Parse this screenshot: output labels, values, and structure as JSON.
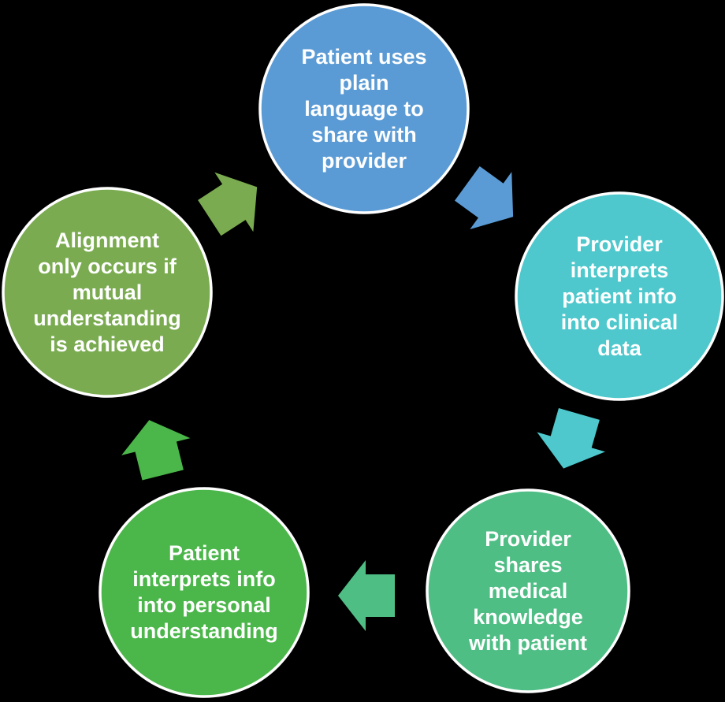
{
  "diagram": {
    "background_color": "#000000",
    "text_color": "#FFFFFF",
    "nodes": [
      {
        "name": "patient-plain-language",
        "label": "Patient uses\nplain\nlanguage to\nshare with\nprovider",
        "color": "#5B9BD5"
      },
      {
        "name": "provider-interprets-info",
        "label": "Provider\ninterprets\npatient info\ninto clinical\ndata",
        "color": "#4EC8CC"
      },
      {
        "name": "provider-shares-knowledge",
        "label": "Provider\nshares\nmedical\nknowledge\nwith patient",
        "color": "#4FBE85"
      },
      {
        "name": "patient-interprets-info",
        "label": "Patient\ninterprets info\ninto personal\nunderstanding",
        "color": "#4BB64A"
      },
      {
        "name": "alignment-mutual-understanding",
        "label": "Alignment\nonly occurs if\nmutual\nunderstanding\nis achieved",
        "color": "#7AAB50"
      }
    ],
    "arrows": [
      {
        "name": "patient-language-to-provider-interprets",
        "color": "#5B9BD5"
      },
      {
        "name": "provider-interprets-to-provider-shares",
        "color": "#4EC8CC"
      },
      {
        "name": "provider-shares-to-patient-interprets",
        "color": "#4FBE85"
      },
      {
        "name": "patient-interprets-to-alignment",
        "color": "#4BB64A"
      },
      {
        "name": "alignment-to-patient-language",
        "color": "#7AAB50"
      }
    ]
  }
}
